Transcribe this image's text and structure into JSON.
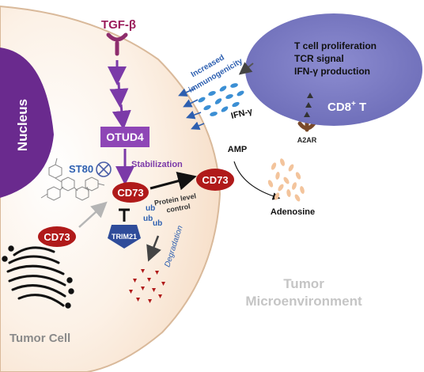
{
  "labels": {
    "tgf_beta": "TGF-β",
    "nucleus": "Nucleus",
    "otud4": "OTUD4",
    "st80": "ST80",
    "stabilization": "Stabilization",
    "cd73_inner": "CD73",
    "cd73_cytoplasm": "CD73",
    "cd73_membrane": "CD73",
    "ub1": "ub",
    "ub2": "ub",
    "ub3": "ub",
    "trim21": "TRIM21",
    "protein_level_1": "Protein level",
    "protein_level_2": "control",
    "degradation": "Degradation",
    "amp": "AMP",
    "adenosine": "Adenosine",
    "a2ar": "A2AR",
    "ifn_gamma_cloud": "IFN-γ",
    "increased_1": "Increased",
    "increased_2": "immunogenicity",
    "tcell_line1": "T cell proliferation",
    "tcell_line2": "TCR signal",
    "tcell_line3": "IFN-γ production",
    "cd8": "CD8",
    "cd8_sup": "+",
    "cd8_t": " T",
    "tumor_micro_1": "Tumor",
    "tumor_micro_2": "Microenvironment",
    "tumor_cell": "Tumor Cell"
  },
  "colors": {
    "cell_fill": "#fbeede",
    "nucleus": "#6a2a8e",
    "purple_arrow": "#7b3aa8",
    "otud4_box": "#8e46b6",
    "cd73_red": "#b01a1a",
    "tcell": "#7f7fc4",
    "blue_text": "#2d5fb0",
    "adenosine": "#f3c49c"
  }
}
